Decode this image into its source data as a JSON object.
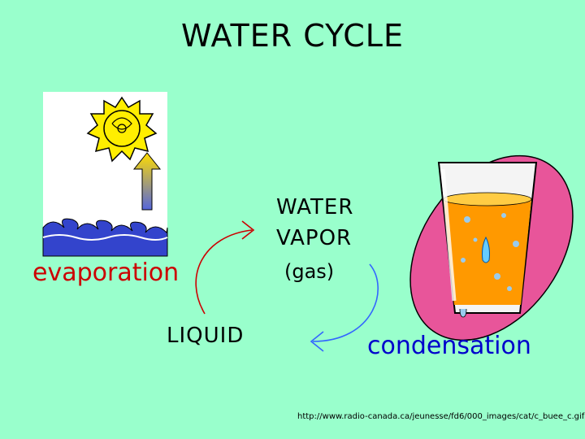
{
  "title": "WATER CYCLE",
  "vapor": {
    "line1": "WATER",
    "line2": "VAPOR",
    "line3": "(gas)"
  },
  "evaporation_label": "evaporation",
  "liquid_label": "LIQUID",
  "condensation_label": "condensation",
  "source_url": "http://www.radio-canada.ca/jeunesse/fd6/000_images/cat/c_buee_c.gif",
  "colors": {
    "background": "#99ffcc",
    "evaporation_arrow": "#cc0000",
    "condensation_arrow": "#3366ff",
    "sun": "#ffee00",
    "waves": "#3344cc",
    "juice": "#ff9900",
    "plate": "#e8559a"
  }
}
